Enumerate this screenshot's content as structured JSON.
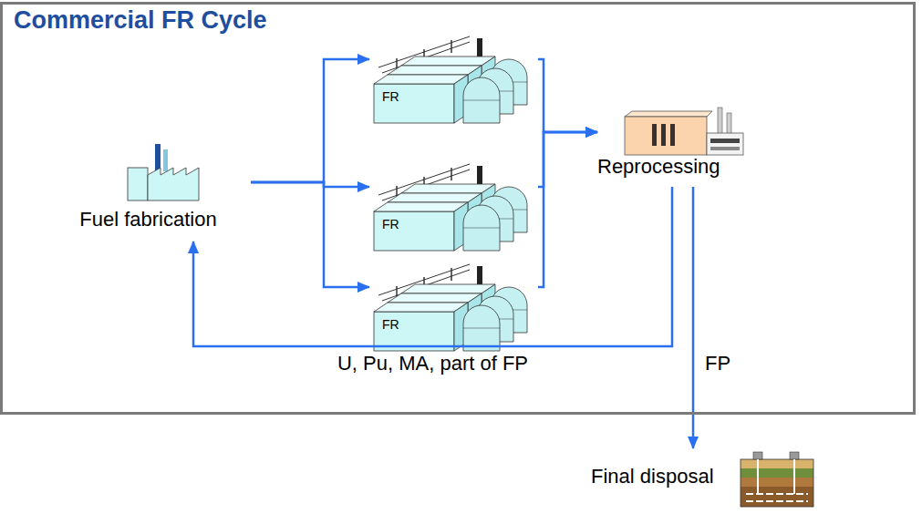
{
  "diagram": {
    "nodes": [
      {
        "text": [
          "Commercial FR Cycle"
        ]
      },
      {
        "text": [
          "Fuel fabrication"
        ],
        "in": 0
      },
      {
        "text": [
          "FR"
        ],
        "in": 0
      },
      {
        "text": [
          "FR"
        ],
        "in": 0
      },
      {
        "text": [
          "FR"
        ],
        "in": 0
      },
      {
        "text": [
          "Reprocessing"
        ],
        "in": 0
      },
      {
        "text": [
          "Final disposal"
        ]
      }
    ],
    "edges": [
      {
        "from": 1,
        "to": 2,
        "arrow": "to"
      },
      {
        "from": 1,
        "to": 3,
        "arrow": "to"
      },
      {
        "from": 1,
        "to": 4,
        "arrow": "to"
      },
      {
        "from": 2,
        "to": 5,
        "arrow": "to"
      },
      {
        "from": 3,
        "to": 5,
        "arrow": "to"
      },
      {
        "from": 4,
        "to": 5,
        "arrow": "to"
      },
      {
        "from": 5,
        "to": 1,
        "label": "U, Pu, MA, part of FP",
        "arrow": "to"
      },
      {
        "from": 5,
        "to": 6,
        "label": "FP",
        "arrow": "to"
      }
    ]
  }
}
